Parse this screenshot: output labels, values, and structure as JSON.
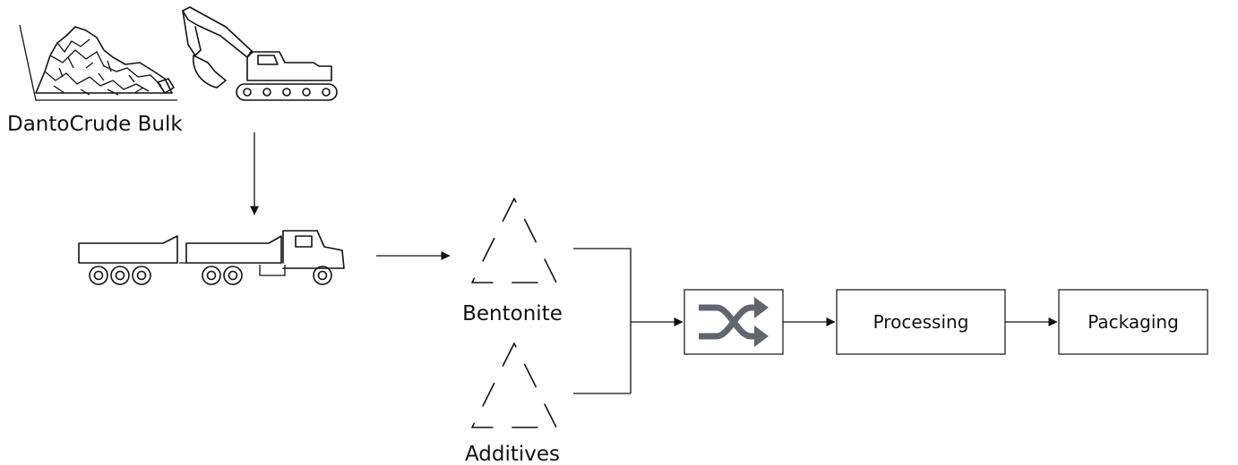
{
  "nodes": {
    "bulk": {
      "label": "DantoCrude Bulk",
      "icons": [
        "rock-pile-icon",
        "excavator-icon"
      ]
    },
    "truck": {
      "icon": "dump-truck-icon"
    },
    "bentonite": {
      "label": "Bentonite",
      "icon": "dashed-triangle-icon"
    },
    "additives": {
      "label": "Additives",
      "icon": "dashed-triangle-icon"
    },
    "mixer": {
      "icon": "shuffle-icon",
      "color": "#5f6670"
    },
    "processing": {
      "label": "Processing"
    },
    "packaging": {
      "label": "Packaging"
    }
  },
  "edges": [
    {
      "from": "bulk",
      "to": "truck"
    },
    {
      "from": "truck",
      "to": "bentonite"
    },
    {
      "from": "bentonite",
      "to": "mixer"
    },
    {
      "from": "additives",
      "to": "mixer"
    },
    {
      "from": "mixer",
      "to": "processing"
    },
    {
      "from": "processing",
      "to": "packaging"
    }
  ]
}
